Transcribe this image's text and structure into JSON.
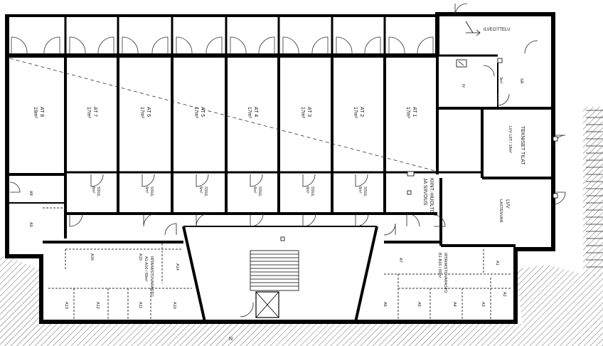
{
  "plan": {
    "balcony_units": [
      {
        "id": "AT 8",
        "area": "19m²"
      },
      {
        "id": "AT 7",
        "area": "17m²"
      },
      {
        "id": "AT 6",
        "area": "17m²"
      },
      {
        "id": "AT 5",
        "area": "17m²"
      },
      {
        "id": "AT 4",
        "area": "17m²"
      },
      {
        "id": "AT 3",
        "area": "17m²"
      },
      {
        "id": "AT 2",
        "area": "17m²"
      },
      {
        "id": "AT 1",
        "area": "17m²"
      }
    ],
    "sauna_units": [
      {
        "name": "SSUL",
        "area": "6m²"
      },
      {
        "name": "SSUL",
        "area": "6m²"
      },
      {
        "name": "SSUL",
        "area": "6m²"
      },
      {
        "name": "SSUL",
        "area": "6m²"
      },
      {
        "name": "SSUL",
        "area": "6m²"
      },
      {
        "name": "SSUL",
        "area": "6m²"
      }
    ],
    "ventilation": "ILVECITTELU",
    "technical_room": {
      "name": "TEKNISET TILAT",
      "sub": "LVV LIIT / 18m²"
    },
    "cleaning_room": {
      "name": "KIINT.-HUOLTO",
      "sub": "JA SIIVOUS"
    },
    "boiler_room": {
      "name": "LVV",
      "sub": "LASTENVAR."
    },
    "storage_left": {
      "name": "IRTAIMISTOVARASTO",
      "sub": "A1-A16 / 60m²"
    },
    "storage_right": {
      "name": "IRTAIMISTOVARASTO",
      "sub": "B1-B16 / 65m²"
    },
    "small_room_label": "3m²",
    "aux_labels": [
      "IV",
      "SÄ"
    ],
    "bays_left": [
      "A8",
      "A9",
      "A16",
      "A15",
      "A14",
      "A13",
      "A12",
      "A11",
      "A10"
    ],
    "bays_right": [
      "A7",
      "A1",
      "A2",
      "A3",
      "A4",
      "A5",
      "A6"
    ],
    "north_mark": "N"
  }
}
